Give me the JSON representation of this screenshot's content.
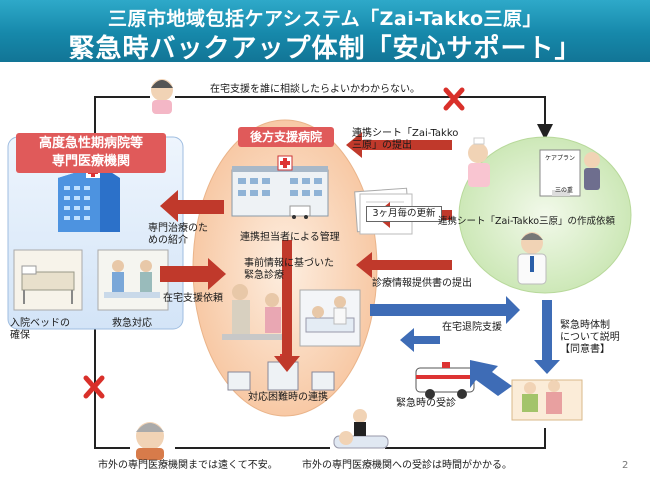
{
  "header": {
    "subtitle": "三原市地域包括ケアシステム「Zai-Takko三原」",
    "title": "緊急時バックアップ体制「安心サポート」"
  },
  "top_concern": "在宅支援を誰に相談したらよいかわからない。",
  "advanced_hospital": {
    "label_line1": "高度急性期病院等",
    "label_line2": "専門医療機関",
    "bed_label_line1": "入院ベッドの",
    "bed_label_line2": "確保",
    "emergency_label": "救急対応"
  },
  "backup_hospital": {
    "label": "後方支援病院",
    "staff_label": "連携担当者による管理",
    "diagnosis_line1": "事前情報に基づいた",
    "diagnosis_line2": "緊急診療",
    "hard_case": "対応困難時の連携"
  },
  "arrows": {
    "specialist_referral_line1": "専門治療のた",
    "specialist_referral_line2": "めの紹介",
    "home_support": "在宅支援依頼",
    "sheet_submit_line1": "連携シート「Zai-Takko",
    "sheet_submit_line2": "三原」の提出",
    "update": "3ヶ月毎の更新",
    "info_submit": "診療情報提供書の提出",
    "discharge_support": "在宅退院支援",
    "emergency_accept": "緊急時の受診"
  },
  "clinic": {
    "sheet_request": "連携シート「Zai-Takko三原」の作成依頼",
    "explain_line1": "緊急時体制",
    "explain_line2": "について説明",
    "explain_line3": "【同意書】",
    "card_title": "ケアプラン",
    "card_sub": "三の重"
  },
  "bottom": {
    "left_concern": "市外の専門医療機関までは遠くて不安。",
    "right_concern": "市外の専門医療機関への受診は時間がかかる。"
  },
  "page_number": "2",
  "colors": {
    "title_bar": "#1a8db0",
    "blue_box": "#dbe9f8",
    "orange_oval": "#f9d7b9",
    "green_oval": "#d9eec8",
    "red_arrow": "#c0392b",
    "blue_arrow": "#3e6cb6",
    "cross": "#d9302a"
  }
}
